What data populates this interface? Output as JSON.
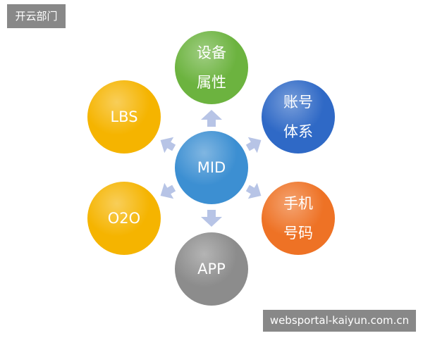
{
  "watermarks": {
    "top_left": "开云部门",
    "bottom_right": "websportal-kaiyun.com.cn"
  },
  "nodes": {
    "center": {
      "lines": [
        "MID"
      ],
      "color": "#3c8fd2"
    },
    "top": {
      "lines": [
        "设备",
        "属性"
      ],
      "color": "#6cb33f"
    },
    "top_right": {
      "lines": [
        "账号",
        "体系"
      ],
      "color": "#2f69c6"
    },
    "bottom_right": {
      "lines": [
        "手机",
        "号码"
      ],
      "color": "#ee7225"
    },
    "bottom": {
      "lines": [
        "APP"
      ],
      "color": "#8c8c8c"
    },
    "bottom_left": {
      "lines": [
        "O2O"
      ],
      "color": "#f5b400"
    },
    "top_left": {
      "lines": [
        "LBS"
      ],
      "color": "#f5b400"
    }
  },
  "arrow_color": "#b7c4e6"
}
